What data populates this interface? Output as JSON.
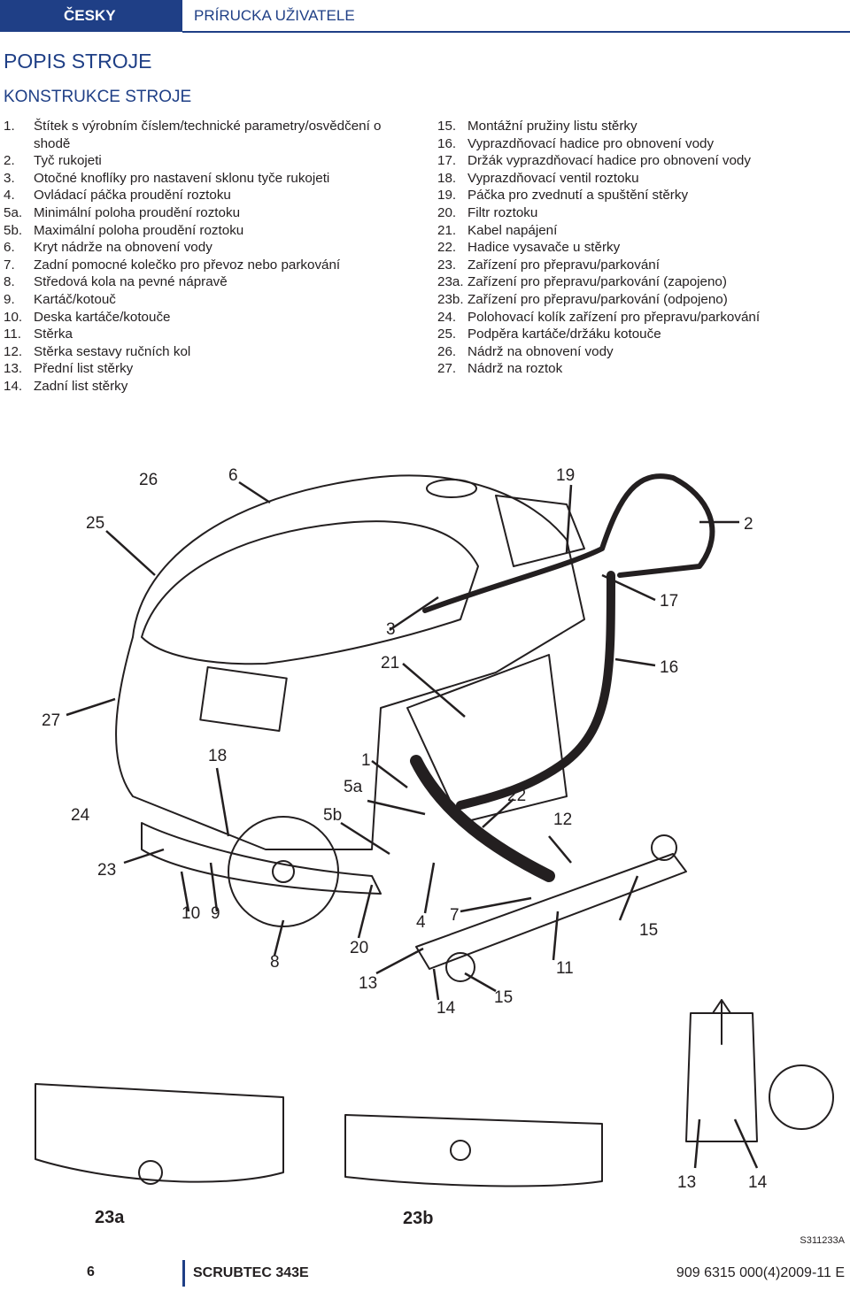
{
  "header": {
    "language": "ČESKY",
    "manual": "PRÍRUCKA UŽIVATELE"
  },
  "section_title": "POPIS STROJE",
  "sub_title": "KONSTRUKCE STROJE",
  "parts_left": [
    {
      "num": "1.",
      "text": "Štítek s výrobním číslem/technické parametry/osvědčení o shodě"
    },
    {
      "num": "2.",
      "text": "Tyč rukojeti"
    },
    {
      "num": "3.",
      "text": "Otočné knoflíky pro nastavení sklonu tyče rukojeti"
    },
    {
      "num": "4.",
      "text": "Ovládací páčka proudění roztoku"
    },
    {
      "num": "5a.",
      "text": "Minimální poloha proudění roztoku"
    },
    {
      "num": "5b.",
      "text": "Maximální poloha proudění roztoku"
    },
    {
      "num": "6.",
      "text": "Kryt nádrže na obnovení vody"
    },
    {
      "num": "7.",
      "text": "Zadní pomocné kolečko pro převoz nebo parkování"
    },
    {
      "num": "8.",
      "text": "Středová kola na pevné nápravě"
    },
    {
      "num": "9.",
      "text": "Kartáč/kotouč"
    },
    {
      "num": "10.",
      "text": "Deska kartáče/kotouče"
    },
    {
      "num": "11.",
      "text": "Stěrka"
    },
    {
      "num": "12.",
      "text": "Stěrka sestavy ručních kol"
    },
    {
      "num": "13.",
      "text": "Přední list stěrky"
    },
    {
      "num": "14.",
      "text": "Zadní list stěrky"
    }
  ],
  "parts_right": [
    {
      "num": "15.",
      "text": "Montážní pružiny listu stěrky"
    },
    {
      "num": "16.",
      "text": "Vyprazdňovací hadice pro obnovení vody"
    },
    {
      "num": "17.",
      "text": "Držák vyprazdňovací hadice pro obnovení vody"
    },
    {
      "num": "18.",
      "text": "Vyprazdňovací ventil roztoku"
    },
    {
      "num": "19.",
      "text": "Páčka pro zvednutí a spuštění stěrky"
    },
    {
      "num": "20.",
      "text": "Filtr roztoku"
    },
    {
      "num": "21.",
      "text": "Kabel napájení"
    },
    {
      "num": "22.",
      "text": "Hadice vysavače u stěrky"
    },
    {
      "num": "23.",
      "text": "Zařízení pro přepravu/parkování"
    },
    {
      "num": "23a.",
      "text": "Zařízení pro přepravu/parkování (zapojeno)"
    },
    {
      "num": "23b.",
      "text": "Zařízení pro přepravu/parkování (odpojeno)"
    },
    {
      "num": "24.",
      "text": "Polohovací kolík zařízení pro přepravu/parkování"
    },
    {
      "num": "25.",
      "text": "Podpěra kartáče/držáku kotouče"
    },
    {
      "num": "26.",
      "text": "Nádrž na obnovení vody"
    },
    {
      "num": "27.",
      "text": "Nádrž na roztok"
    }
  ],
  "callouts": {
    "c26": "26",
    "c6": "6",
    "c19": "19",
    "c25": "25",
    "c2": "2",
    "c17": "17",
    "c3": "3",
    "c21": "21",
    "c16": "16",
    "c27": "27",
    "c18": "18",
    "c1": "1",
    "c5a": "5a",
    "c22": "22",
    "c24": "24",
    "c5b": "5b",
    "c12": "12",
    "c23": "23",
    "c10": "10",
    "c9": "9",
    "c4": "4",
    "c7": "7",
    "c15a": "15",
    "c8": "8",
    "c20": "20",
    "c11": "11",
    "c13": "13",
    "c15b": "15",
    "c14": "14",
    "c13b": "13",
    "c14b": "14"
  },
  "figure_captions": {
    "a": "23a",
    "b": "23b"
  },
  "figure_code": "S311233A",
  "footer": {
    "page": "6",
    "model": "SCRUBTEC 343E",
    "doc_number": "909 6315 000(4)2009-11 E"
  },
  "colors": {
    "brand_blue": "#1f3f86",
    "text": "#231f20"
  }
}
